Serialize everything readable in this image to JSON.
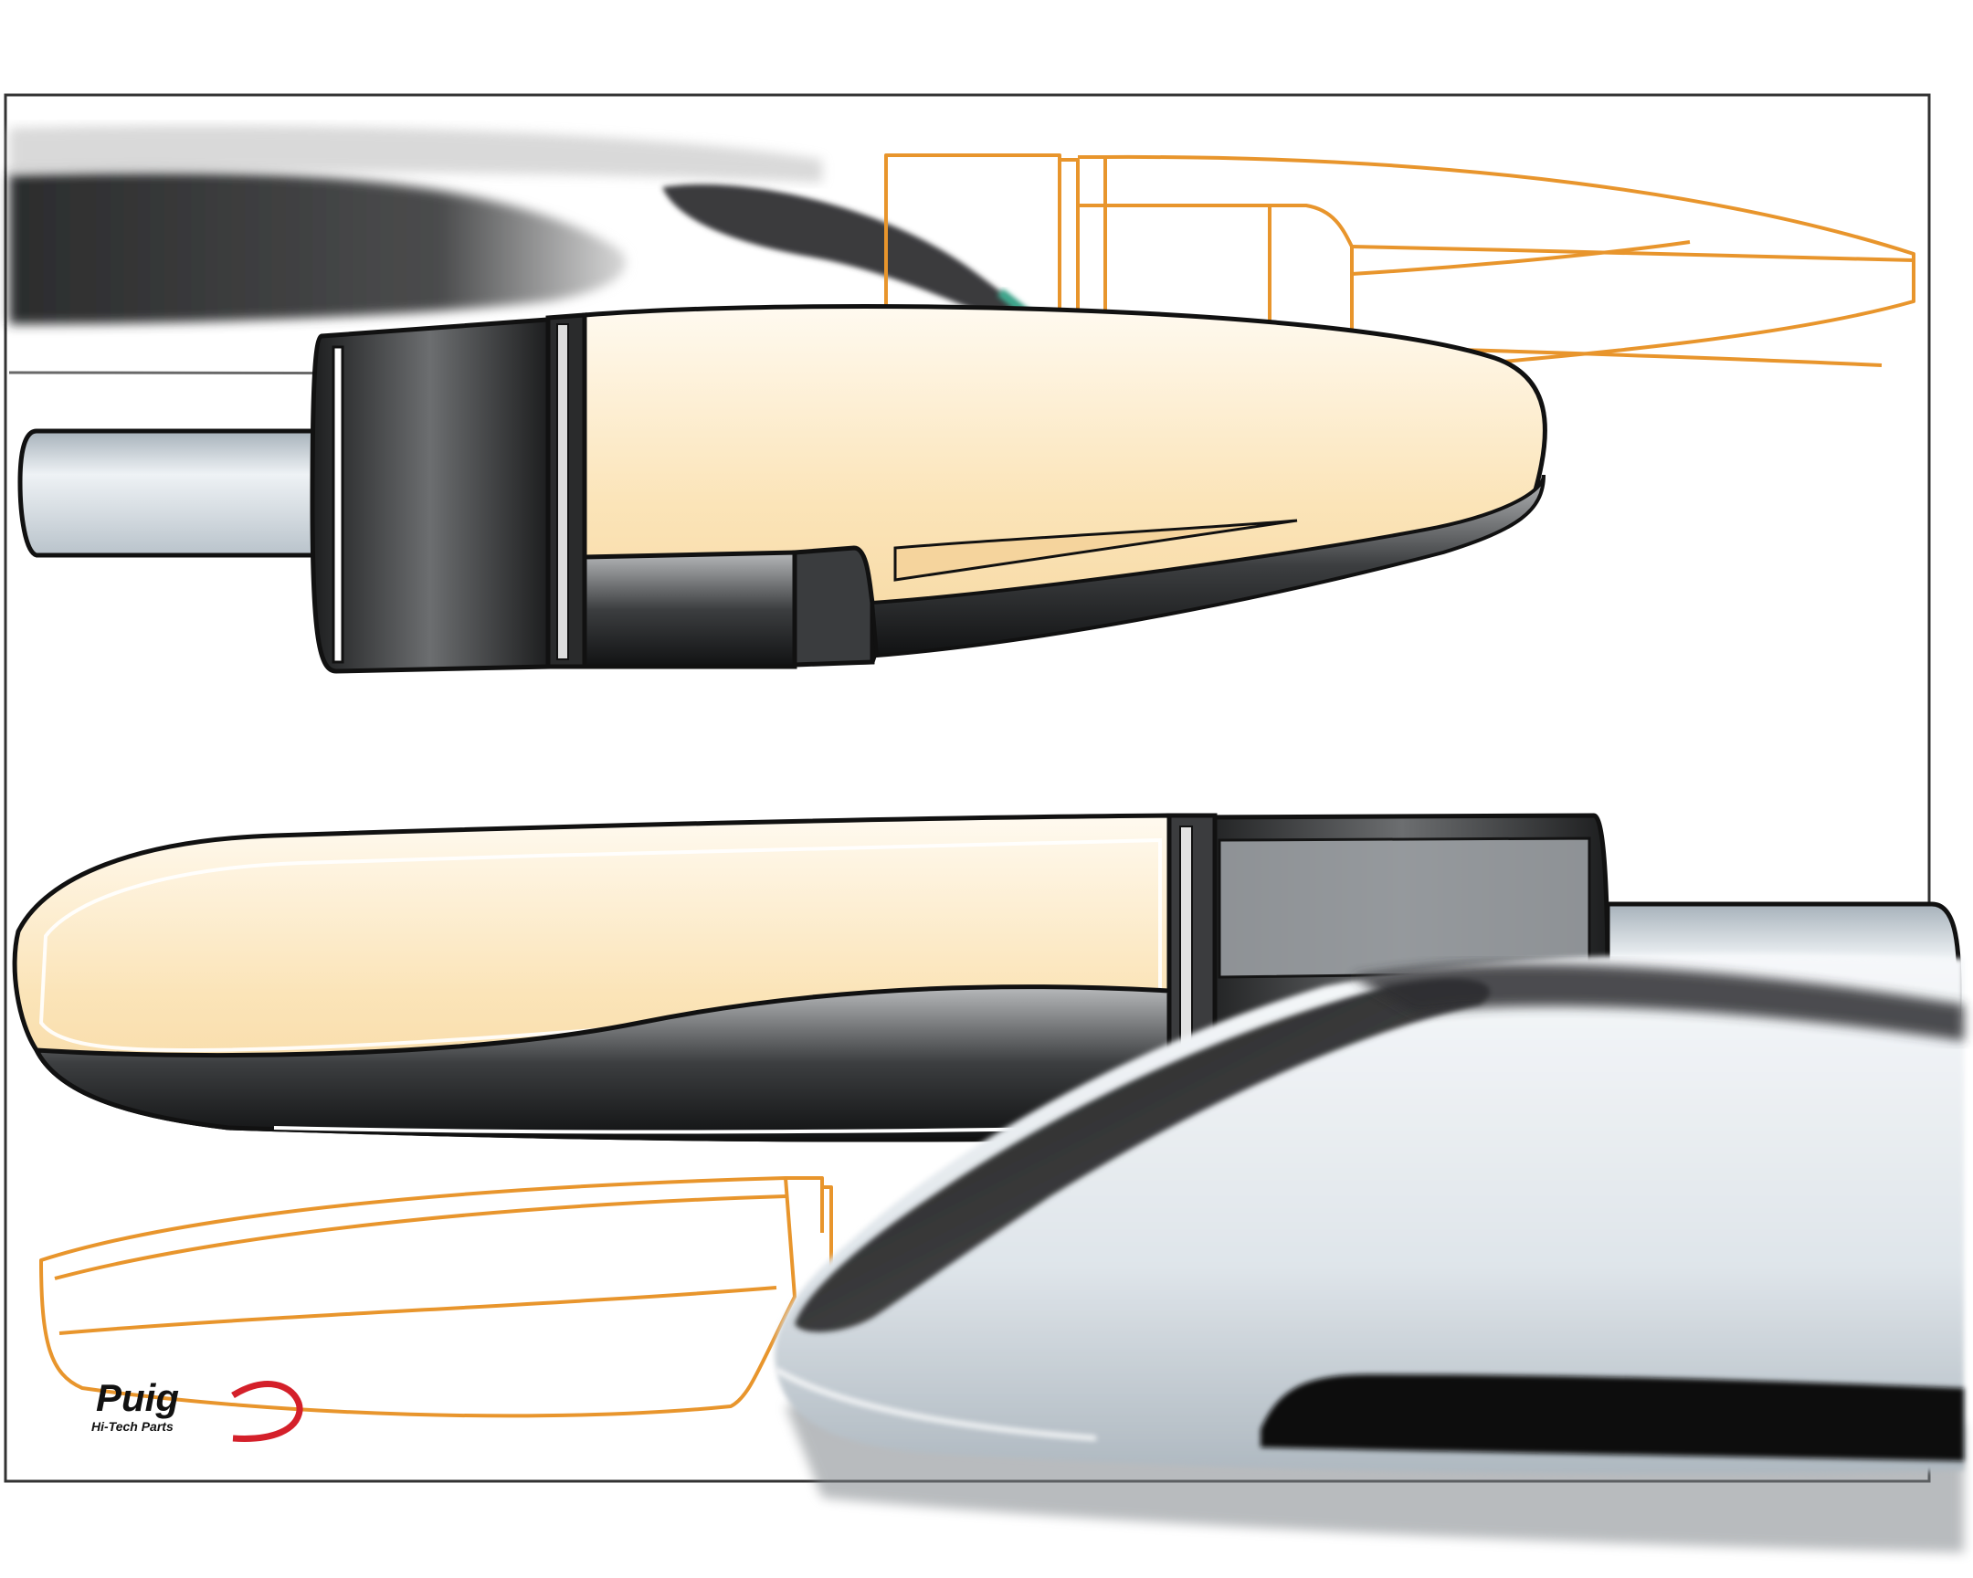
{
  "logo": {
    "brand": "Puig",
    "tagline": "Hi-Tech Parts",
    "brand_color": "#d4202a"
  },
  "palette": {
    "sketch_orange": "#e8952c",
    "body_cream": "#fdf1dc",
    "body_dark": "#2f3133",
    "chrome_light": "#dfe4e8",
    "outline": "#111111"
  },
  "icons": {
    "top_accessory": "aero-bar-end-weight-render",
    "bottom_accessory": "aero-bar-end-weight-render-side",
    "train": "high-speed-train-nose",
    "orange_sketches": "concept-outline-sketch"
  }
}
